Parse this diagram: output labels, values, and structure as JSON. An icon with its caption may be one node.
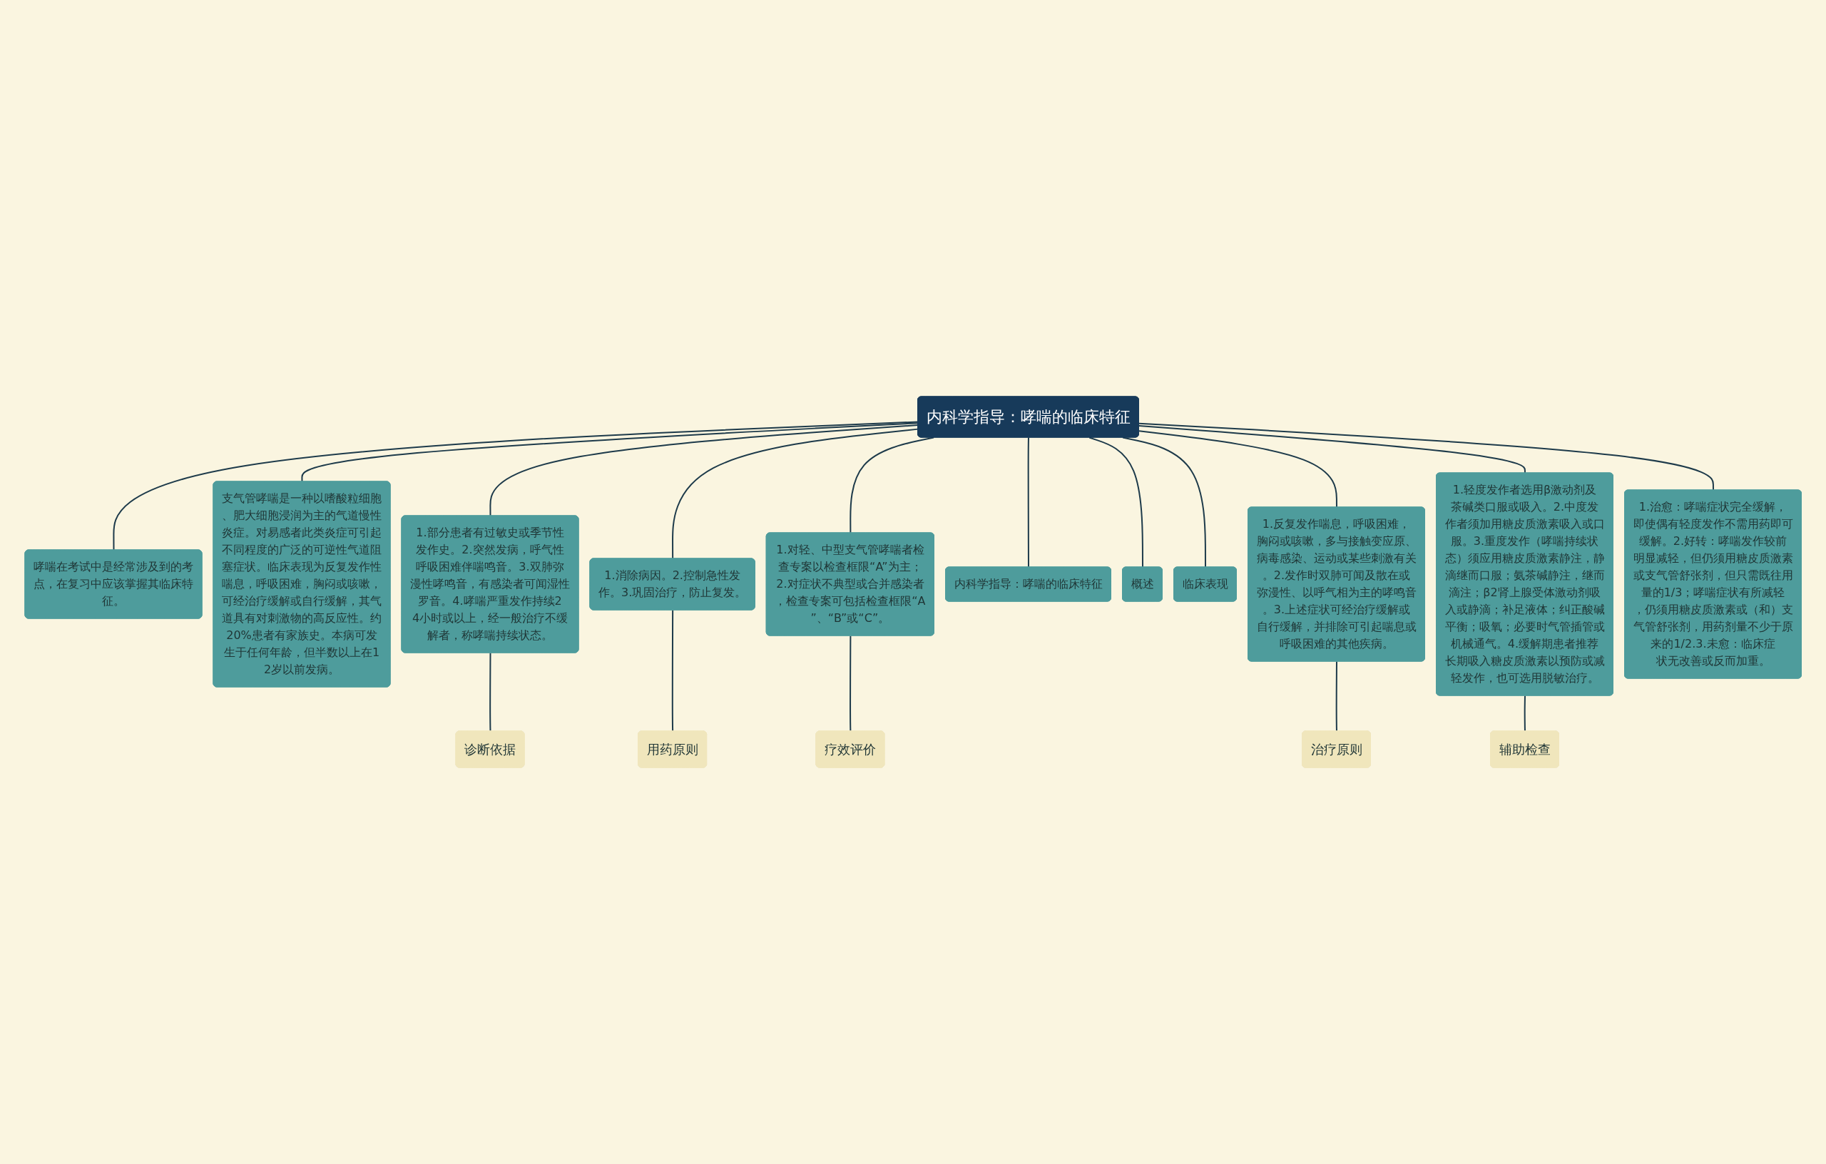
{
  "diagram": {
    "nodes": [
      {
        "text": [
          "内科学指导：哮喘的临床特征"
        ]
      },
      {
        "text": [
          "哮喘在考试中是经常涉及到的考点，在复习中应该掌握其临床特征。"
        ]
      },
      {
        "text": [
          "支气管哮喘是一种以嗜酸粒细胞、肥大细胞浸润为主的气道慢性炎症。对易感者此类炎症可引起不同程度的广泛的可逆性气道阻塞症状。临床表现为反复发作性喘息，呼吸困难，胸闷或咳嗽，可经治疗缓解或自行缓解，其气道具有对刺激物的高反应性。约20%患者有家族史。本病可发生于任何年龄，但半数以上在12岁以前发病。"
        ]
      },
      {
        "text": [
          "1.部分患者有过敏史或季节性发作史。2.突然发病，呼气性呼吸困难伴喘鸣音。3.双肺弥漫性哮鸣音，有感染者可闻湿性罗音。4.哮喘严重发作持续24小时或以上，经一般治疗不缓解者，称哮喘持续状态。"
        ]
      },
      {
        "text": [
          "诊断依据"
        ]
      },
      {
        "text": [
          "1.消除病因。2.控制急性发作。3.巩固治疗，防止复发。"
        ]
      },
      {
        "text": [
          "用药原则"
        ]
      },
      {
        "text": [
          "1.对轻、中型支气管哮喘者检查专案以检查框限“A”为主；2.对症状不典型或合并感染者，检查专案可包括检查框限“A”、“B”或“C”。"
        ]
      },
      {
        "text": [
          "疗效评价"
        ]
      },
      {
        "text": [
          "内科学指导：哮喘的临床特征"
        ]
      },
      {
        "text": [
          "概述"
        ]
      },
      {
        "text": [
          "临床表现"
        ]
      },
      {
        "text": [
          "1.反复发作喘息，呼吸困难，胸闷或咳嗽，多与接触变应原、病毒感染、运动或某些刺激有关。2.发作时双肺可闻及散在或弥漫性、以呼气相为主的哮鸣音。3.上述症状可经治疗缓解或自行缓解，并排除可引起喘息或呼吸困难的其他疾病。"
        ]
      },
      {
        "text": [
          "治疗原则"
        ]
      },
      {
        "text": [
          "1.轻度发作者选用β激动剂及茶碱类口服或吸入。2.中度发作者须加用糖皮质激素吸入或口服。3.重度发作（哮喘持续状态）须应用糖皮质激素静注，静滴继而口服；氨茶碱静注，继而滴注；β2肾上腺受体激动剂吸入或静滴；补足液体；纠正酸碱平衡；吸氧；必要时气管插管或机械通气。4.缓解期患者推荐长期吸入糖皮质激素以预防或减轻发作，也可选用脱敏治疗。"
        ]
      },
      {
        "text": [
          "辅助检查"
        ]
      },
      {
        "text": [
          "1.治愈：哮喘症状完全缓解，即使偶有轻度发作不需用药即可缓解。2.好转：哮喘发作较前明显减轻，但仍须用糖皮质激素或支气管舒张剂，但只需既往用量的1/3；哮喘症状有所减轻，仍须用糖皮质激素或（和）支气管舒张剂，用药剂量不少于原来的1/2.3.未愈：临床症状无改善或反而加重。"
        ]
      }
    ],
    "edges": [
      {
        "from": 0,
        "to": 1,
        "arrow": "none"
      },
      {
        "from": 0,
        "to": 2,
        "arrow": "none"
      },
      {
        "from": 0,
        "to": 3,
        "arrow": "none"
      },
      {
        "from": 3,
        "to": 4,
        "arrow": "none"
      },
      {
        "from": 0,
        "to": 5,
        "arrow": "none"
      },
      {
        "from": 5,
        "to": 6,
        "arrow": "none"
      },
      {
        "from": 0,
        "to": 7,
        "arrow": "none"
      },
      {
        "from": 7,
        "to": 8,
        "arrow": "none"
      },
      {
        "from": 0,
        "to": 9,
        "arrow": "none"
      },
      {
        "from": 0,
        "to": 10,
        "arrow": "none"
      },
      {
        "from": 0,
        "to": 11,
        "arrow": "none"
      },
      {
        "from": 0,
        "to": 12,
        "arrow": "none"
      },
      {
        "from": 12,
        "to": 13,
        "arrow": "none"
      },
      {
        "from": 0,
        "to": 14,
        "arrow": "none"
      },
      {
        "from": 14,
        "to": 15,
        "arrow": "none"
      },
      {
        "from": 0,
        "to": 16,
        "arrow": "none"
      }
    ]
  }
}
